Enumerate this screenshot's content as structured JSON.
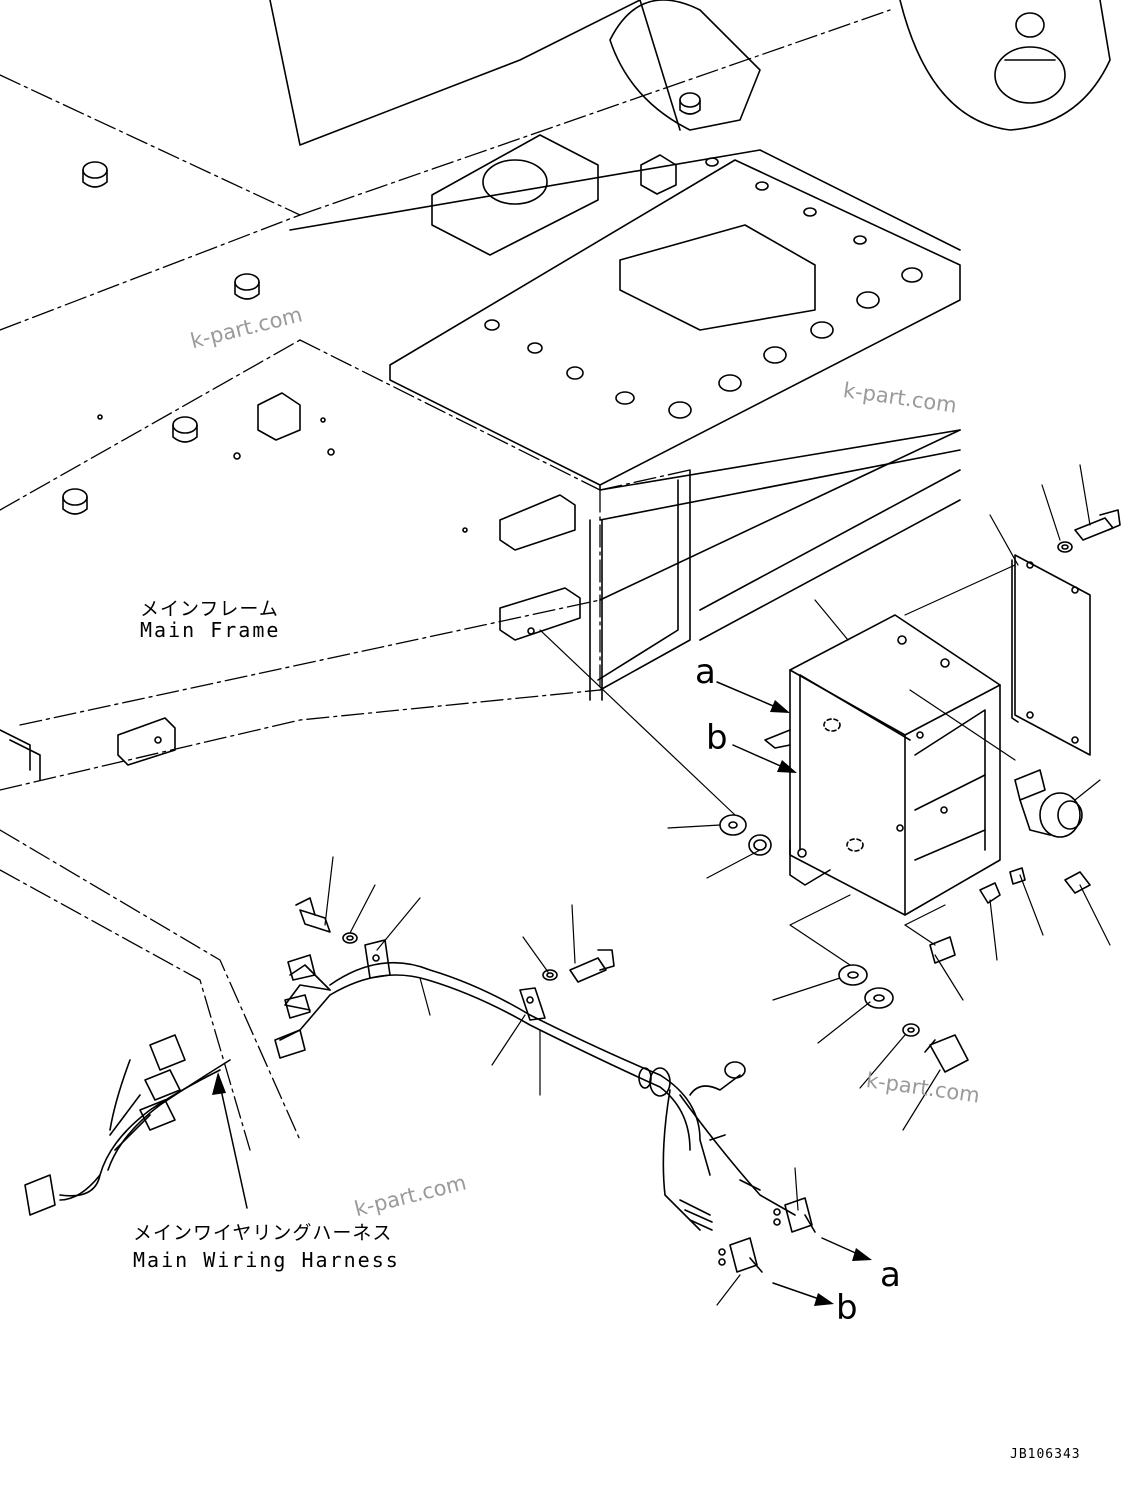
{
  "labels": {
    "main_frame_jp": "メインフレーム",
    "main_frame_en": "Main Frame",
    "harness_jp": "メインワイヤリングハーネス",
    "harness_en": "Main Wiring Harness"
  },
  "callouts": {
    "a_box": "a",
    "b_box": "b",
    "a_switch": "a",
    "b_switch": "b"
  },
  "watermark": "k-part.com",
  "drawing_code": "JB106343"
}
